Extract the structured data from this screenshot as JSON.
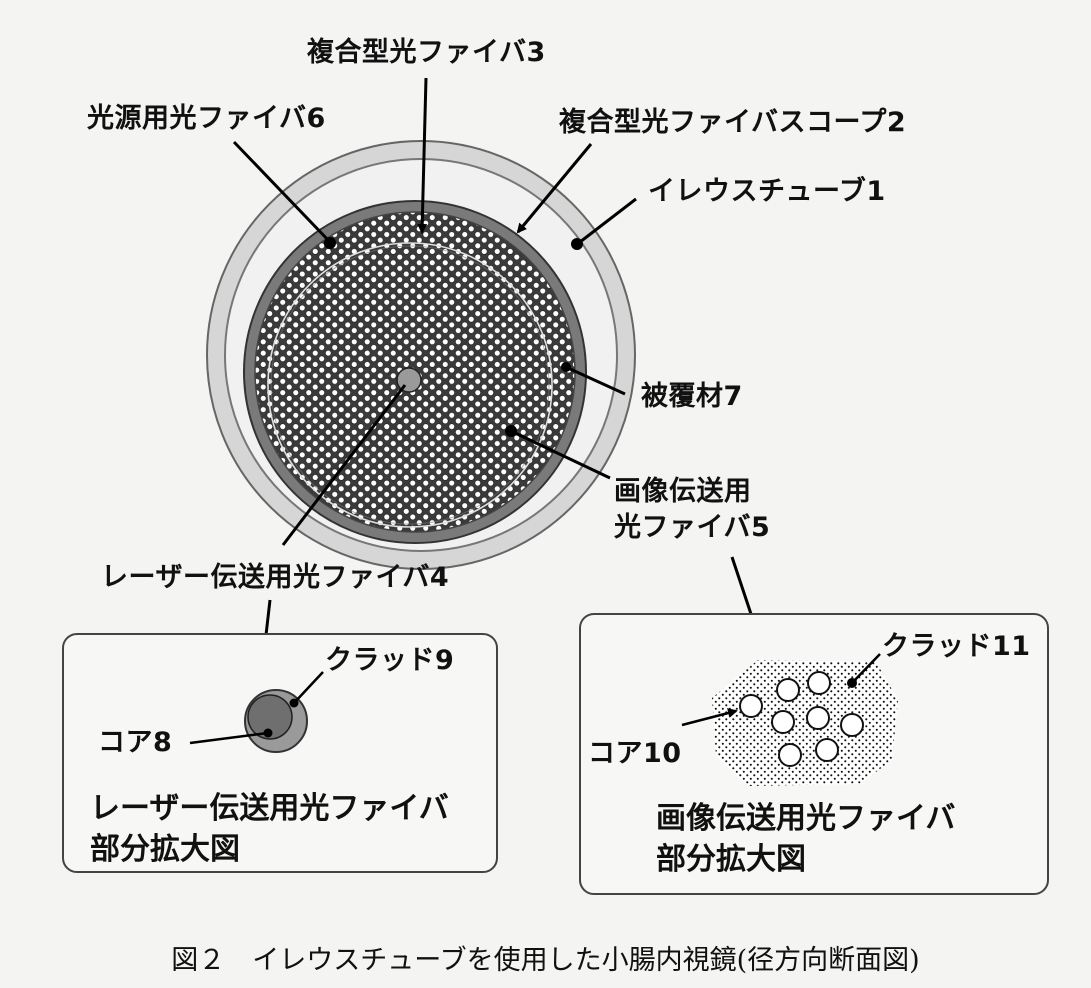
{
  "labels": {
    "fiber3": "複合型光ファイバ3",
    "fiber6": "光源用光ファイバ6",
    "scope2": "複合型光ファイバスコープ2",
    "tube1": "イレウスチューブ1",
    "coating7": "被覆材7",
    "image5_line1": "画像伝送用",
    "image5_line2": "光ファイバ5",
    "laser4": "レーザー伝送用光ファイバ4",
    "clad9": "クラッド9",
    "core8": "コア8",
    "clad11": "クラッド11",
    "core10": "コア10"
  },
  "panels": {
    "laser_line1": "レーザー伝送用光ファイバ",
    "laser_line2": "部分拡大図",
    "image_line1": "画像伝送用光ファイバ",
    "image_line2": "部分拡大図"
  },
  "caption": "図２　イレウスチューブを使用した小腸内視鏡(径方向断面図)"
}
